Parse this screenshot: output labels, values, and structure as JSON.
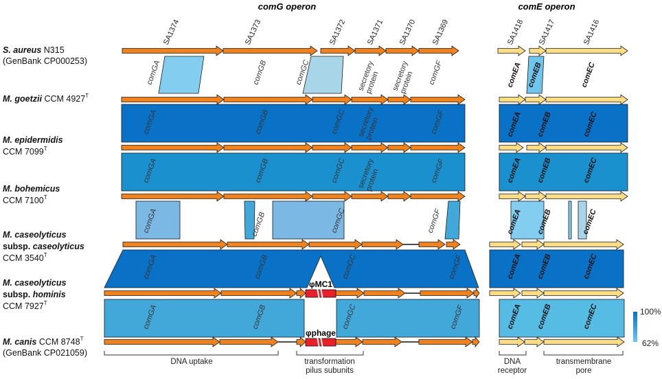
{
  "headers": {
    "comG": "comG operon",
    "comE": "comE operon"
  },
  "locus_tags": [
    "SA1374",
    "SA1373",
    "SA1372",
    "SA1371",
    "SA1370",
    "SA1369",
    "SA1418",
    "SA1417",
    "SA1416"
  ],
  "strains": [
    {
      "genus": "S. aureus",
      "epithet": "",
      "strain": "N315",
      "type_mark": "",
      "note": "(GenBank CP000253)"
    },
    {
      "genus": "M. goetzii",
      "epithet": "",
      "strain": "CCM 4927",
      "type_mark": "T",
      "note": ""
    },
    {
      "genus": "M. epidermidis",
      "epithet": "",
      "strain": "CCM 7099",
      "type_mark": "T",
      "note": ""
    },
    {
      "genus": "M. bohemicus",
      "epithet": "",
      "strain": "CCM 7100",
      "type_mark": "T",
      "note": ""
    },
    {
      "genus": "M. caseolyticus",
      "epithet": "caseolyticus",
      "strain": "CCM 3540",
      "type_mark": "T",
      "note": ""
    },
    {
      "genus": "M. caseolyticus",
      "epithet": "hominis",
      "strain": "CCM 7927",
      "type_mark": "T",
      "note": ""
    },
    {
      "genus": "M. canis",
      "epithet": "",
      "strain": "CCM 8748",
      "type_mark": "T",
      "note": "(GenBank CP021059)"
    }
  ],
  "subsp_prefix": "subsp.",
  "genes": {
    "comGA": "comGA",
    "comGB": "comGB",
    "comGC": "comGC",
    "comGF": "comGF",
    "secretory": [
      "secretory",
      "protein"
    ],
    "comEA": "comEA",
    "comEB": "comEB",
    "comEC": "comEC"
  },
  "phages": [
    "φMC1",
    "φphage"
  ],
  "functions": [
    "DNA uptake",
    "transformation",
    "pilus subunits",
    "DNA",
    "receptor",
    "transmembrane",
    "pore"
  ],
  "scale": {
    "max": "100%",
    "min": "62%"
  },
  "colors": {
    "arrow_comG": "#F0821E",
    "arrow_comE": "#FCDD85",
    "phage": "#E8202A",
    "identity_high": "#0A72C6",
    "identity_low": "#6FC5EB"
  }
}
